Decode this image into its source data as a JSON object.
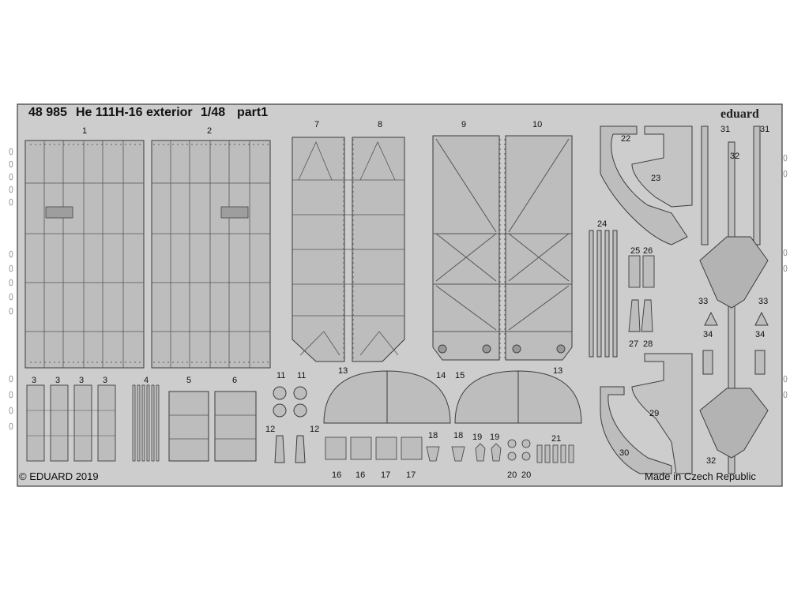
{
  "sheet": {
    "code": "48 985",
    "title": "He 111H-16 exterior",
    "scale": "1/48",
    "part": "part1",
    "brand": "eduard",
    "copyright": "© EDUARD 2019",
    "origin": "Made in Czech Republic"
  },
  "part_numbers": [
    "1",
    "2",
    "7",
    "8",
    "9",
    "10",
    "22",
    "23",
    "24",
    "25",
    "26",
    "27",
    "28",
    "31",
    "31",
    "32",
    "33",
    "33",
    "34",
    "34",
    "3",
    "3",
    "3",
    "3",
    "4",
    "5",
    "6",
    "11",
    "11",
    "12",
    "12",
    "13",
    "13",
    "14",
    "15",
    "16",
    "16",
    "17",
    "17",
    "18",
    "18",
    "19",
    "19",
    "20",
    "20",
    "21",
    "29",
    "30",
    "32"
  ],
  "colors": {
    "fret": "#c9c9c9",
    "part": "#bdbdbd",
    "outline": "#3c3c3c",
    "text": "#111111"
  }
}
